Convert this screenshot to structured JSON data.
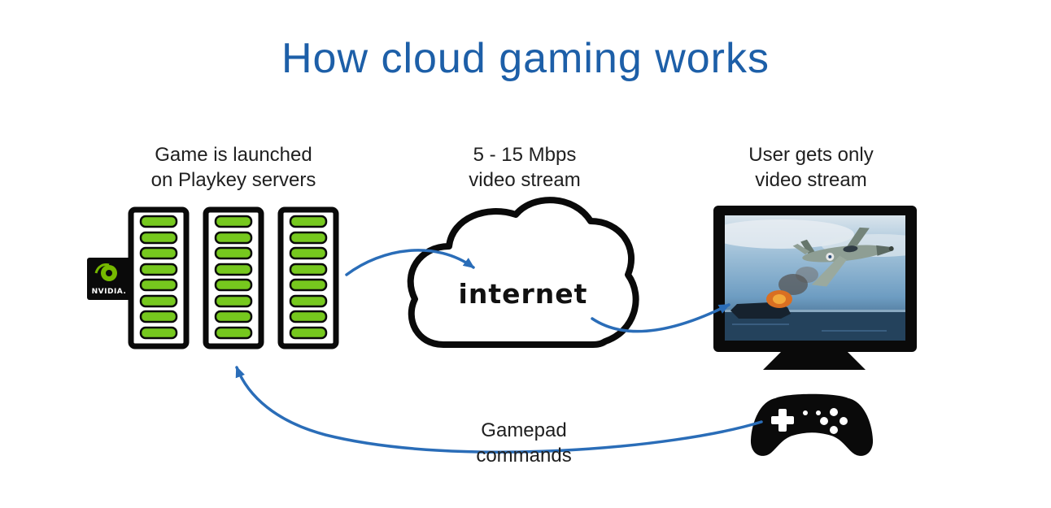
{
  "title": "How cloud gaming works",
  "labels": {
    "servers": {
      "line1": "Game is launched",
      "line2": "on Playkey servers"
    },
    "stream": {
      "line1": "5 - 15 Mbps",
      "line2": "video stream"
    },
    "user": {
      "line1": "User gets only",
      "line2": "video stream"
    },
    "gamepad": {
      "line1": "Gamepad",
      "line2": "commands"
    }
  },
  "cloud": {
    "label": "internet"
  },
  "nvidia": {
    "label": "NVIDIA."
  },
  "icons": {
    "servers": "server-rack-icon",
    "nvidia": "nvidia-logo-icon",
    "cloud": "cloud-icon",
    "monitor": "monitor-icon",
    "gamepad": "gamepad-icon",
    "arrows": "curved-arrow-icon"
  },
  "colors": {
    "title_blue": "#1d5fa8",
    "arrow_blue": "#2a6db8",
    "server_green": "#76c81e",
    "nvidia_green": "#76b900",
    "text_dark": "#1f1f1f",
    "outline_black": "#0a0a0a",
    "background": "#ffffff"
  }
}
